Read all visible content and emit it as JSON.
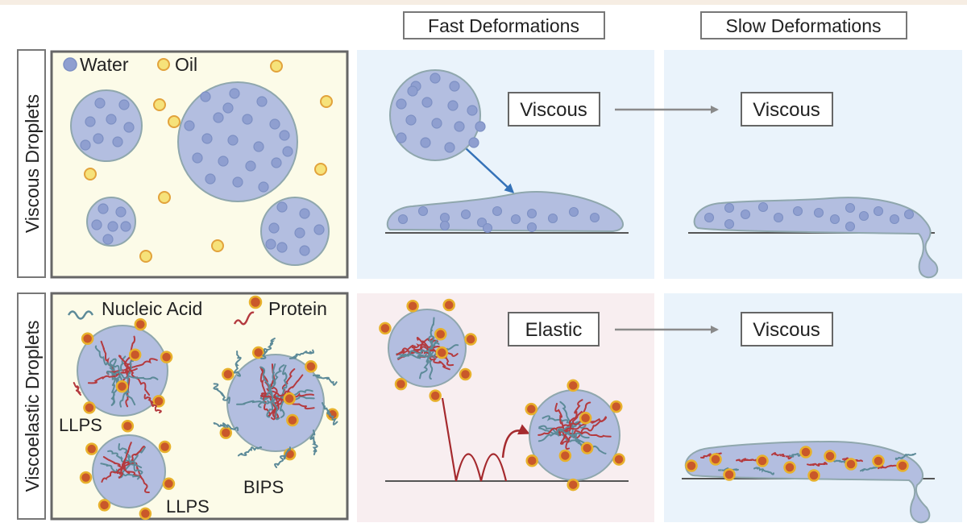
{
  "columns": {
    "fast": "Fast Deformations",
    "slow": "Slow Deformations"
  },
  "rows": {
    "viscous": "Viscous Droplets",
    "viscoelastic": "Viscoelastic Droplets"
  },
  "legend": {
    "water": "Water",
    "oil": "Oil",
    "nucleic_acid": "Nucleic Acid",
    "protein": "Protein"
  },
  "droplet_labels": {
    "llps_1": "LLPS",
    "llps_2": "LLPS",
    "bips": "BIPS"
  },
  "behaviors": {
    "viscous_fast": "Viscous",
    "viscous_slow": "Viscous",
    "visco_fast": "Elastic",
    "visco_slow": "Viscous"
  },
  "colors": {
    "droplet_fill": "#b3bee0",
    "droplet_edge": "#8fa7ad",
    "water_dot": "#8f9fd0",
    "oil_fill": "#f6e27a",
    "oil_edge": "#e2a33c",
    "panel_viscous_bg": "#fcfbe8",
    "panel_blue_bg": "#eaf3fb",
    "panel_pink_bg": "#f8eef0",
    "nucleic_acid": "#5c8a98",
    "protein_chain": "#b43a3f",
    "protein_head": "#c9582a",
    "arrow_blue": "#3572b8",
    "arrow_red": "#a52a2e",
    "arrow_grey": "#8a8a8a"
  }
}
